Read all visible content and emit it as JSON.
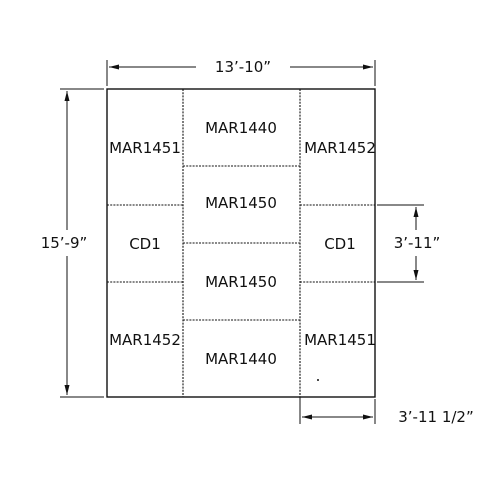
{
  "dimensions": {
    "overall_width": "13’-10”",
    "overall_height": "15’-9”",
    "cd_height": "3’-11”",
    "right_column_width": "3’-11 1/2”"
  },
  "panels": {
    "left_top": "MAR1451",
    "left_middle": "CD1",
    "left_bottom": "MAR1452",
    "center_1": "MAR1440",
    "center_2": "MAR1450",
    "center_3": "MAR1450",
    "center_4": "MAR1440",
    "right_top": "MAR1452",
    "right_middle": "CD1",
    "right_bottom": "MAR1451"
  }
}
